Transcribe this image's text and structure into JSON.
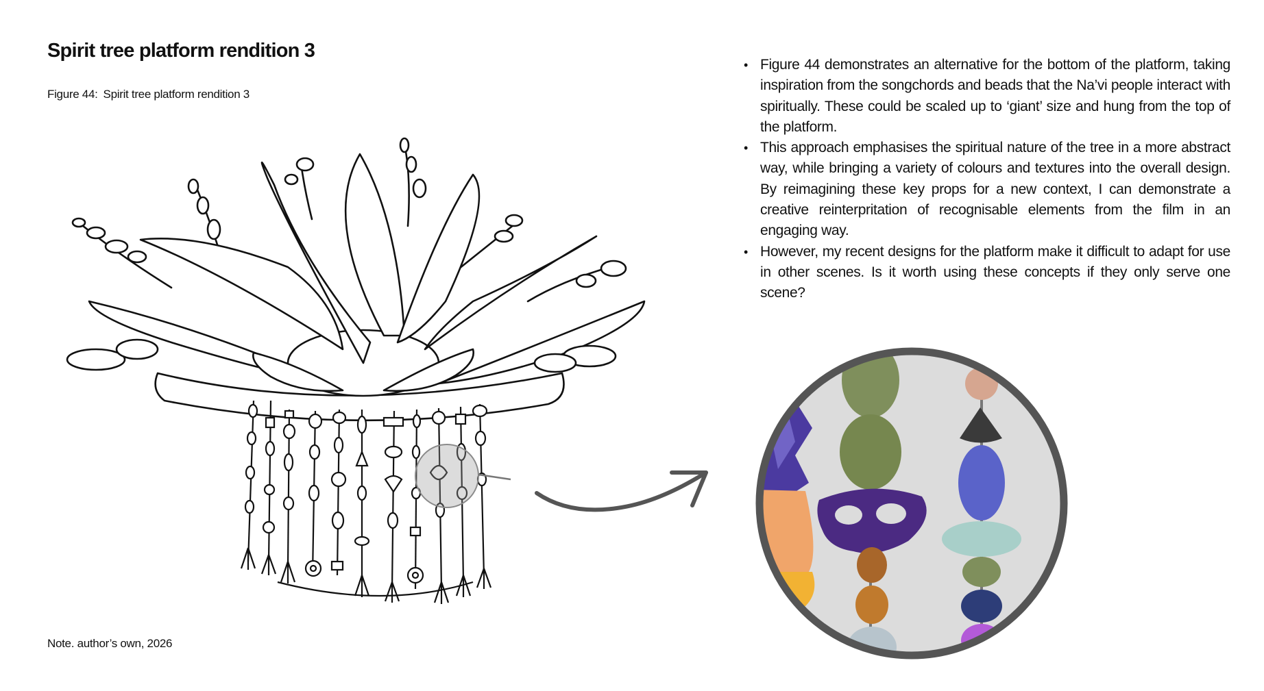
{
  "page": {
    "title": "Spirit tree platform rendition 3",
    "caption_label": "Figure 44:",
    "caption_text": "Spirit tree platform rendition 3",
    "note_label": "Note.",
    "note_text": "author’s own, 2026"
  },
  "bullets": [
    "Figure 44 demonstrates an alternative for the bottom of the platform, taking inspiration from the songchords and beads that the Na’vi peo­ple interact with spiritually. These could be scaled up to ‘giant’ size and hung from the top of the platform.",
    "This approach emphasises the spiritual nature of the tree in a more abstract way, while bringing a variety of colours and textures into the overall design. By reimagining these key props for a new context, I can demonstrate a creative reinterpritation of recognisable elements from the film in an engaging way.",
    "However, my recent designs for the platform make it difficult to adapt for use in other scenes. Is it worth using these concepts if they only serve one scene?"
  ],
  "colors": {
    "line_art": "#111111",
    "circle_border": "#555555",
    "arrow": "#555555",
    "bead_green": "#7f8f5c",
    "bead_purple": "#4b2a82",
    "bead_blue": "#5a63c9",
    "bead_orange": "#f0a56a",
    "bead_amber": "#a8662a",
    "bead_teal": "#a8cfc9",
    "bead_violet": "#b35ad8"
  }
}
